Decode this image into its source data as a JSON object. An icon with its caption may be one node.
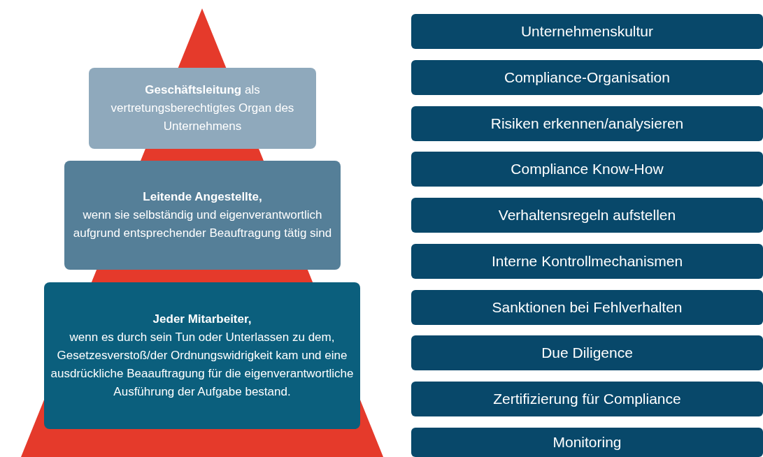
{
  "diagram": {
    "nodes": [
      {
        "text": [
          "**Geschäftsleitung** als vertretungsberechtigtes Organ des Unternehmens"
        ]
      },
      {
        "text": [
          "Leitende Angestellte,",
          "wenn sie selbständig und eigenverantwortlich aufgrund entsprechender Beauftragung tätig sind"
        ]
      },
      {
        "text": [
          "Jeder Mitarbeiter,",
          "wenn es durch sein Tun oder Unterlassen zu dem, Gesetzesverstoß/der Ordnungswidrigkeit kam und eine ausdrückliche Beaauftragung für die eigenverantwortliche Ausführung der Aufgabe bestand."
        ]
      },
      {
        "text": [
          "Unternehmenskultur"
        ]
      },
      {
        "text": [
          "Compliance-Organisation"
        ]
      },
      {
        "text": [
          "Risiken erkennen/analysieren"
        ]
      },
      {
        "text": [
          "Compliance Know-How"
        ]
      },
      {
        "text": [
          "Verhaltensregeln aufstellen"
        ]
      },
      {
        "text": [
          "Interne Kontrollmechanismen"
        ]
      },
      {
        "text": [
          "Sanktionen bei Fehlverhalten"
        ]
      },
      {
        "text": [
          "Due Diligence"
        ]
      },
      {
        "text": [
          "Zertifizierung für Compliance"
        ]
      },
      {
        "text": [
          "Monitoring"
        ]
      }
    ]
  }
}
